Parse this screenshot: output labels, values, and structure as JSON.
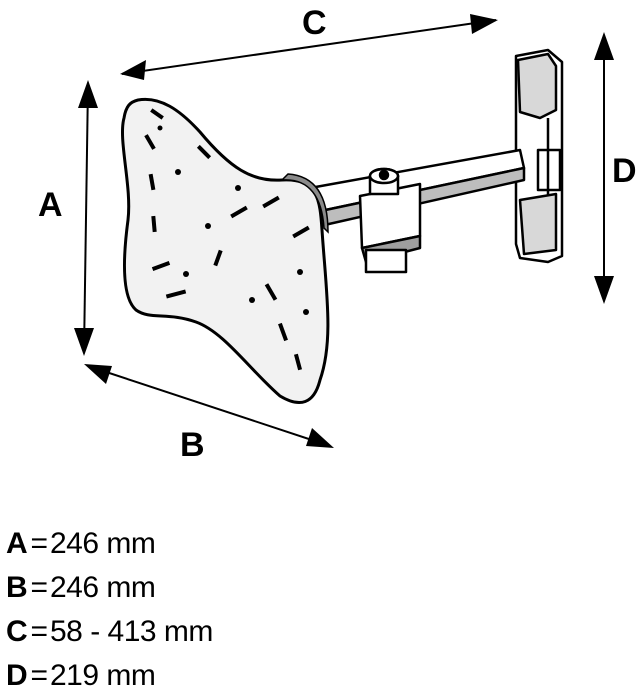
{
  "diagram": {
    "labels": {
      "a": "A",
      "b": "B",
      "c": "C",
      "d": "D"
    }
  },
  "legend": [
    {
      "key": "A",
      "eq": "=",
      "value": "246 mm"
    },
    {
      "key": "B",
      "eq": "=",
      "value": "246 mm"
    },
    {
      "key": "C",
      "eq": "=",
      "value": "58 - 413 mm"
    },
    {
      "key": "D",
      "eq": "=",
      "value": "219 mm"
    }
  ]
}
